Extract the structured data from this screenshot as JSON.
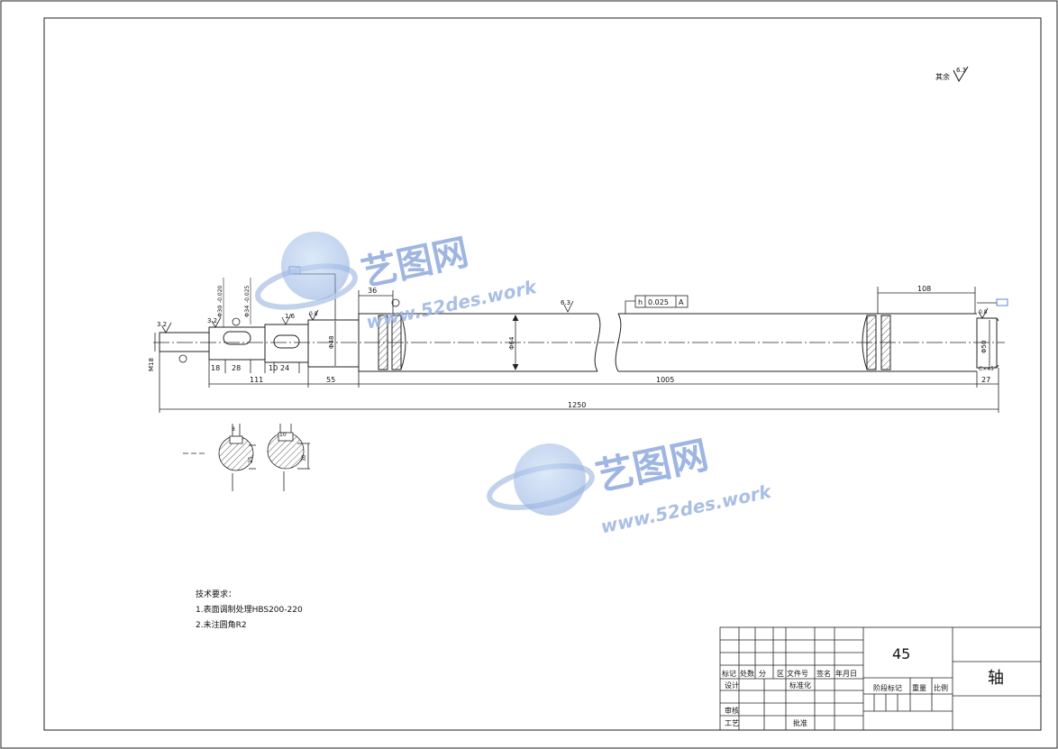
{
  "roughness": {
    "remaining_label": "其余",
    "remaining_value": "6.3",
    "main_surface": "6.3",
    "left_end": "3.2",
    "key_seat": "3.2",
    "shoulder_a": "1.6",
    "shoulder_b": "0.8",
    "right_end": "0.8"
  },
  "dimensions": {
    "total_length": "1250",
    "left_section": "111",
    "collar_section": "55",
    "main_body": "1005",
    "right_end": "27",
    "collar_width": "36",
    "right_groove_span": "108",
    "seg_18": "18",
    "seg_28": "28",
    "seg_10": "10",
    "seg_24": "24",
    "thread": "M18",
    "dia_main": "Φ64",
    "dia_collar": "Φ48",
    "dia_right": "Φ50",
    "dia_left_a": "Φ30",
    "dia_left_b": "Φ34",
    "tol_left_a": "-0.020",
    "tol_left_b": "-0.025",
    "chamfer": "C×45°",
    "section_a_dim": "25",
    "section_b_dim": "30",
    "section_a_key": "8",
    "section_b_key": "10"
  },
  "tolerance_frame": {
    "symbol": "h",
    "value": "0.025",
    "datum": "A"
  },
  "watermark": {
    "brand": "艺图网",
    "url": "www.52des.work"
  },
  "tech_requirements": {
    "title": "技术要求：",
    "items": [
      "1.表面调制处理HBS200-220",
      "2.未注圆角R2"
    ]
  },
  "title_block": {
    "material": "45",
    "part_name": "轴",
    "headers": [
      "标记",
      "处数",
      "分",
      "区",
      "文件号",
      "签名",
      "年月日"
    ],
    "design": "设计",
    "standardize": "标准化",
    "review": "审核",
    "process": "工艺",
    "approve": "批准",
    "stage_mark": "阶段标记",
    "weight": "重量",
    "scale": "比例"
  }
}
